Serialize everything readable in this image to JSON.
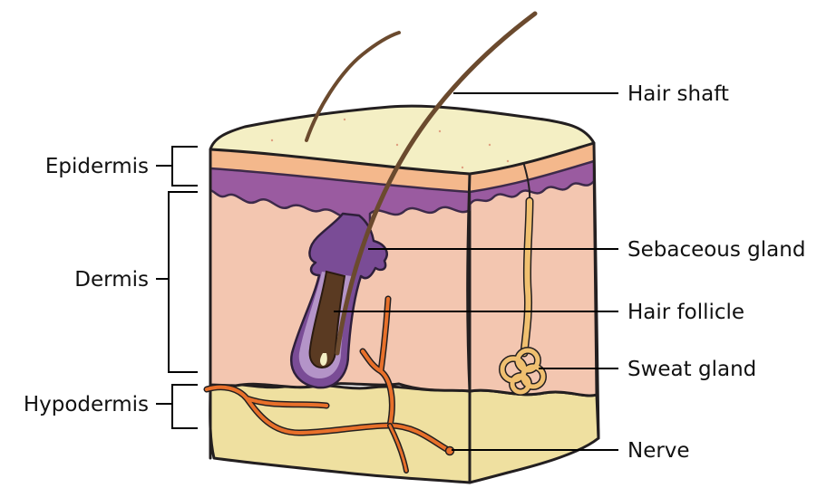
{
  "diagram": {
    "layers": {
      "epidermis": "Epidermis",
      "dermis": "Dermis",
      "hypodermis": "Hypodermis"
    },
    "structures": {
      "hair_shaft": "Hair shaft",
      "sebaceous_gland": "Sebaceous gland",
      "hair_follicle": "Hair follicle",
      "sweat_gland": "Sweat gland",
      "nerve": "Nerve"
    },
    "colors": {
      "surface": "#f4efc4",
      "epidermis_peach": "#f4b88c",
      "epidermis_purple": "#9a5ba0",
      "dermis": "#f3c6b0",
      "hypodermis": "#efe0a0",
      "nerve": "#e8702a",
      "sweat_gland": "#f0c070",
      "hair": "#6b4a2e",
      "follicle_purple": "#7a4c96"
    }
  }
}
